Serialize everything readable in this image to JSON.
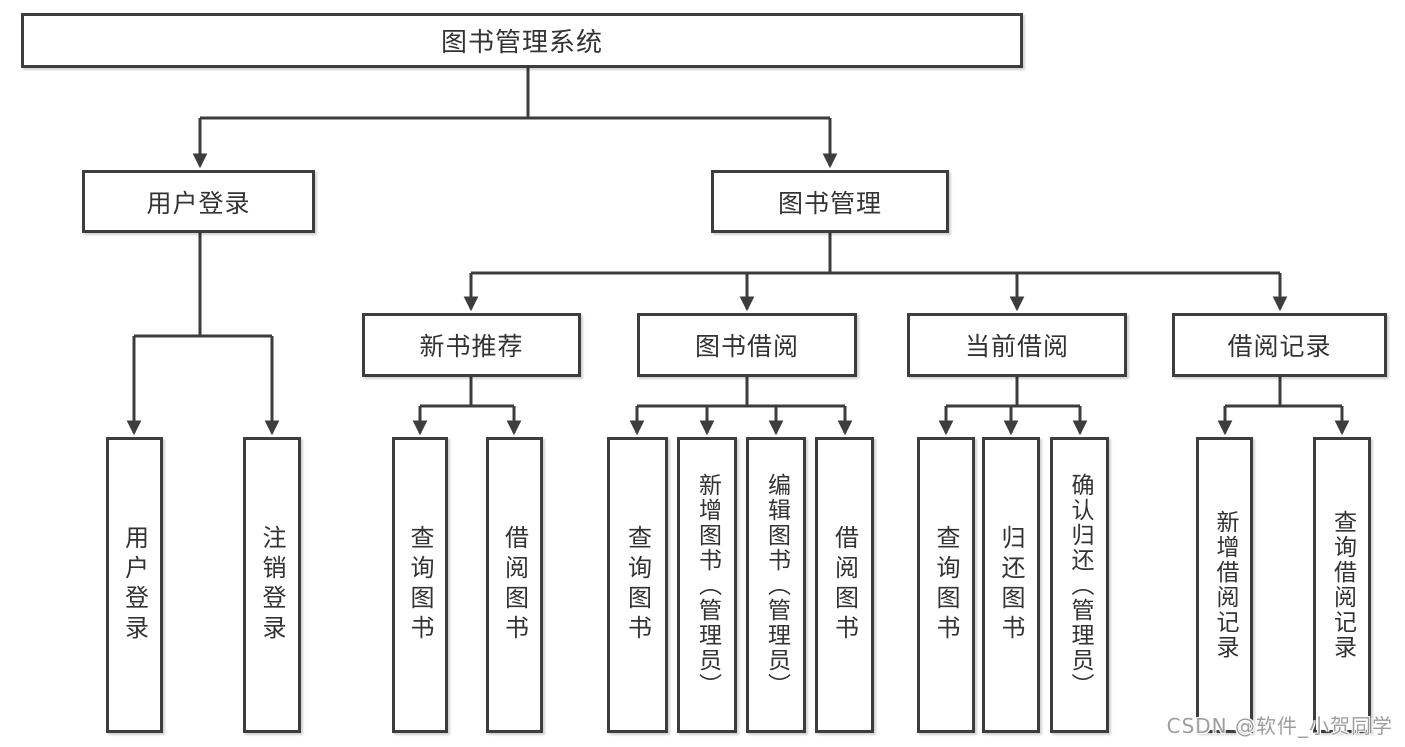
{
  "tree": {
    "label": "图书管理系统",
    "children": [
      {
        "label": "用户登录",
        "children": [
          {
            "label": "用户登录"
          },
          {
            "label": "注销登录"
          }
        ]
      },
      {
        "label": "图书管理",
        "children": [
          {
            "label": "新书推荐",
            "children": [
              {
                "label": "查询图书"
              },
              {
                "label": "借阅图书"
              }
            ]
          },
          {
            "label": "图书借阅",
            "children": [
              {
                "label": "查询图书"
              },
              {
                "label": "新增图书（管理员）"
              },
              {
                "label": "编辑图书（管理员）"
              },
              {
                "label": "借阅图书"
              }
            ]
          },
          {
            "label": "当前借阅",
            "children": [
              {
                "label": "查询图书"
              },
              {
                "label": "归还图书"
              },
              {
                "label": "确认归还（管理员）"
              }
            ]
          },
          {
            "label": "借阅记录",
            "children": [
              {
                "label": "新增借阅记录"
              },
              {
                "label": "查询借阅记录"
              }
            ]
          }
        ]
      }
    ]
  },
  "watermark": "CSDN @软件_小贺同学",
  "colors": {
    "line": "#3d3d3d",
    "box_border": "#3d3d3d",
    "text": "#333333",
    "watermark": "#9e9e9e",
    "background": "#ffffff"
  }
}
